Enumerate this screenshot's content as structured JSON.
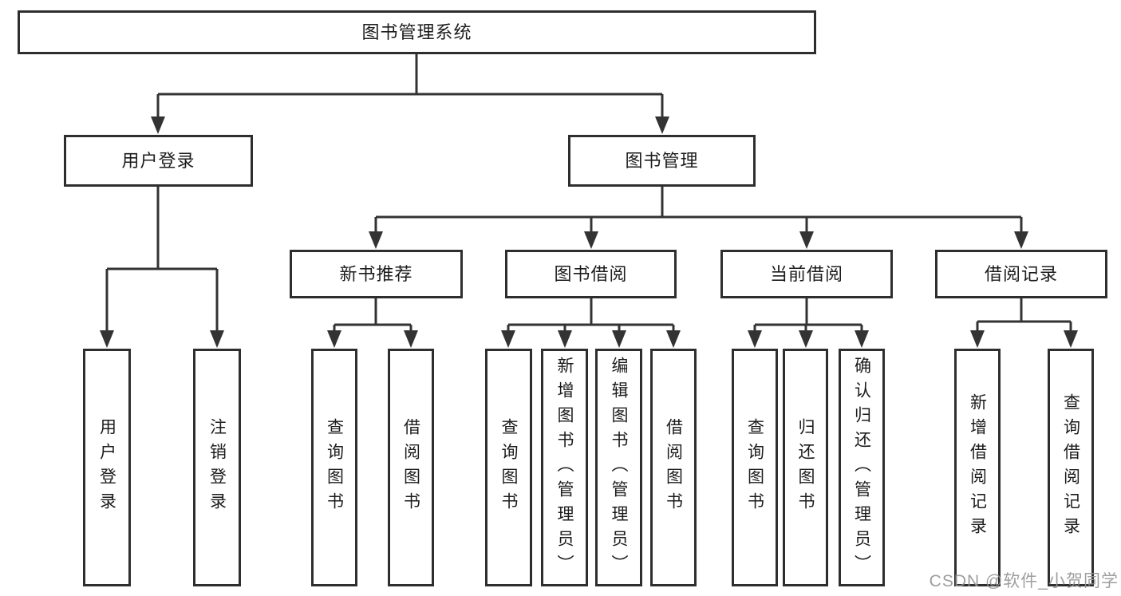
{
  "tree": {
    "root": {
      "label": "图书管理系统"
    },
    "branches": [
      {
        "label": "用户登录",
        "children": [
          {
            "label": "用户登录"
          },
          {
            "label": "注销登录"
          }
        ]
      },
      {
        "label": "图书管理",
        "children": [
          {
            "label": "新书推荐",
            "children": [
              {
                "label": "查询图书"
              },
              {
                "label": "借阅图书"
              }
            ]
          },
          {
            "label": "图书借阅",
            "children": [
              {
                "label": "查询图书"
              },
              {
                "label": "新增图书（管理员）"
              },
              {
                "label": "编辑图书（管理员）"
              },
              {
                "label": "借阅图书"
              }
            ]
          },
          {
            "label": "当前借阅",
            "children": [
              {
                "label": "查询图书"
              },
              {
                "label": "归还图书"
              },
              {
                "label": "确认归还（管理员）"
              }
            ]
          },
          {
            "label": "借阅记录",
            "children": [
              {
                "label": "新增借阅记录"
              },
              {
                "label": "查询借阅记录"
              }
            ]
          }
        ]
      }
    ]
  },
  "watermark": {
    "text": "CSDN @软件_小贺同学"
  },
  "colors": {
    "line": "#333333",
    "box_border": "#2e2e2e",
    "box_fill": "#ffffff",
    "text": "#1c1c1c",
    "watermark": "#949494"
  }
}
